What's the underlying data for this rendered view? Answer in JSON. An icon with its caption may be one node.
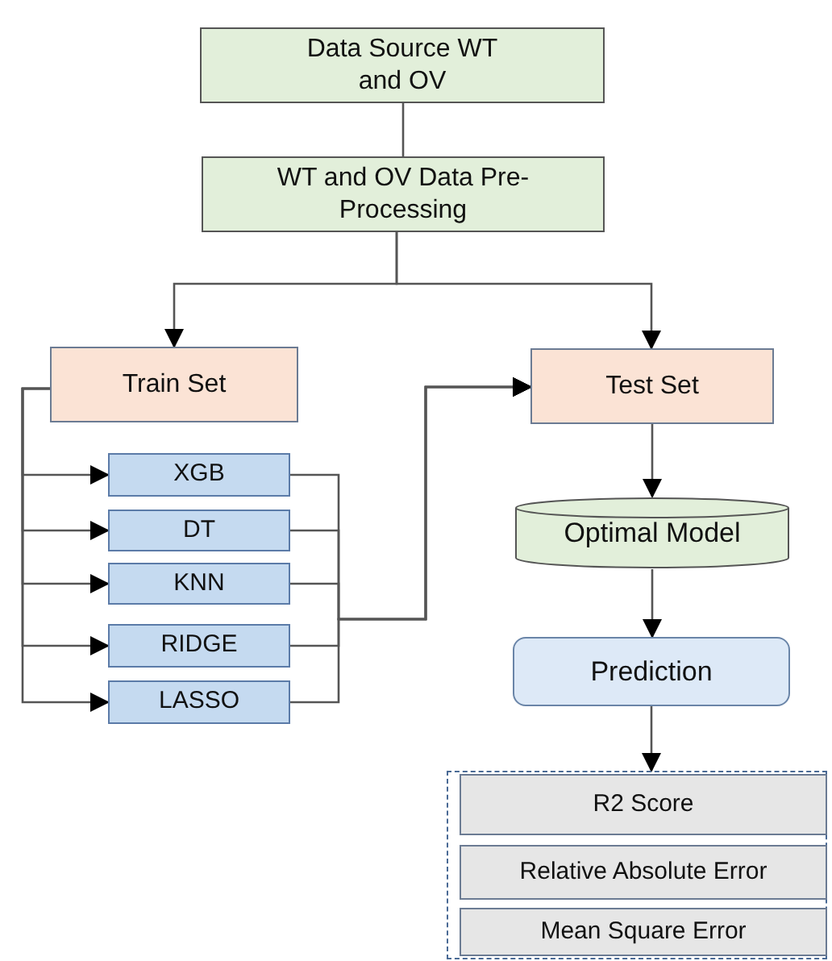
{
  "diagram": {
    "nodes": [
      {
        "text": [
          "Data Source WT and OV"
        ]
      },
      {
        "text": [
          "WT and OV Data Pre-Processing"
        ]
      },
      {
        "text": [
          "Train Set"
        ]
      },
      {
        "text": [
          "Test Set"
        ]
      },
      {
        "text": [
          "XGB"
        ]
      },
      {
        "text": [
          "DT"
        ]
      },
      {
        "text": [
          "KNN"
        ]
      },
      {
        "text": [
          "RIDGE"
        ]
      },
      {
        "text": [
          "LASSO"
        ]
      },
      {
        "text": [
          "Optimal Model"
        ]
      },
      {
        "text": [
          "Prediction"
        ]
      },
      {
        "text": [],
        "shape": "box"
      },
      {
        "text": [
          "R2 Score"
        ],
        "in": 11
      },
      {
        "text": [
          "Relative Absolute Error"
        ],
        "in": 11
      },
      {
        "text": [
          "Mean Square Error"
        ],
        "in": 11
      }
    ],
    "edges": [
      {
        "from": 0,
        "to": 1,
        "arrow": "none"
      },
      {
        "from": 1,
        "to": 2,
        "arrow": "to"
      },
      {
        "from": 1,
        "to": 3,
        "arrow": "to"
      },
      {
        "from": 2,
        "to": 4,
        "arrow": "to"
      },
      {
        "from": 2,
        "to": 5,
        "arrow": "to"
      },
      {
        "from": 2,
        "to": 6,
        "arrow": "to"
      },
      {
        "from": 2,
        "to": 7,
        "arrow": "to"
      },
      {
        "from": 2,
        "to": 8,
        "arrow": "to"
      },
      {
        "from": 4,
        "to": 3,
        "arrow": "to"
      },
      {
        "from": 5,
        "to": 3,
        "arrow": "to"
      },
      {
        "from": 6,
        "to": 3,
        "arrow": "to"
      },
      {
        "from": 7,
        "to": 3,
        "arrow": "to"
      },
      {
        "from": 8,
        "to": 3,
        "arrow": "to"
      },
      {
        "from": 3,
        "to": 9,
        "arrow": "to"
      },
      {
        "from": 9,
        "to": 10,
        "arrow": "to"
      },
      {
        "from": 10,
        "to": 11,
        "arrow": "to"
      }
    ]
  }
}
